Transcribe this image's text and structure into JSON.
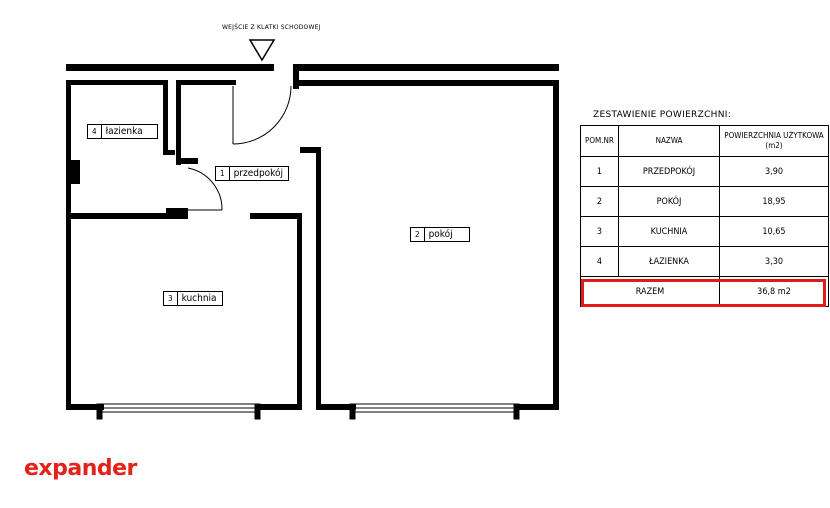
{
  "entry_label": "WEJŚCIE Z KLATKI SCHODOWEJ",
  "rooms": [
    {
      "num": "1",
      "name": "przedpokój"
    },
    {
      "num": "2",
      "name": "pokój"
    },
    {
      "num": "3",
      "name": "kuchnia"
    },
    {
      "num": "4",
      "name": "łazienka"
    }
  ],
  "summary": {
    "title": "ZESTAWIENIE POWIERZCHNI:",
    "headers": [
      "POM.NR",
      "NAZWA",
      "POWIERZCHNIA UŻYTKOWA (m2)"
    ],
    "rows": [
      {
        "nr": "1",
        "name": "PRZEDPOKÓJ",
        "area": "3,90"
      },
      {
        "nr": "2",
        "name": "POKÓJ",
        "area": "18,95"
      },
      {
        "nr": "3",
        "name": "KUCHNIA",
        "area": "10,65"
      },
      {
        "nr": "4",
        "name": "ŁAZIENKA",
        "area": "3,30"
      }
    ],
    "total": {
      "name": "RAZEM",
      "area": "36,8 m2"
    }
  },
  "brand": "expander",
  "colors": {
    "highlight": "#e21a1a",
    "brand": "#e2231a"
  }
}
